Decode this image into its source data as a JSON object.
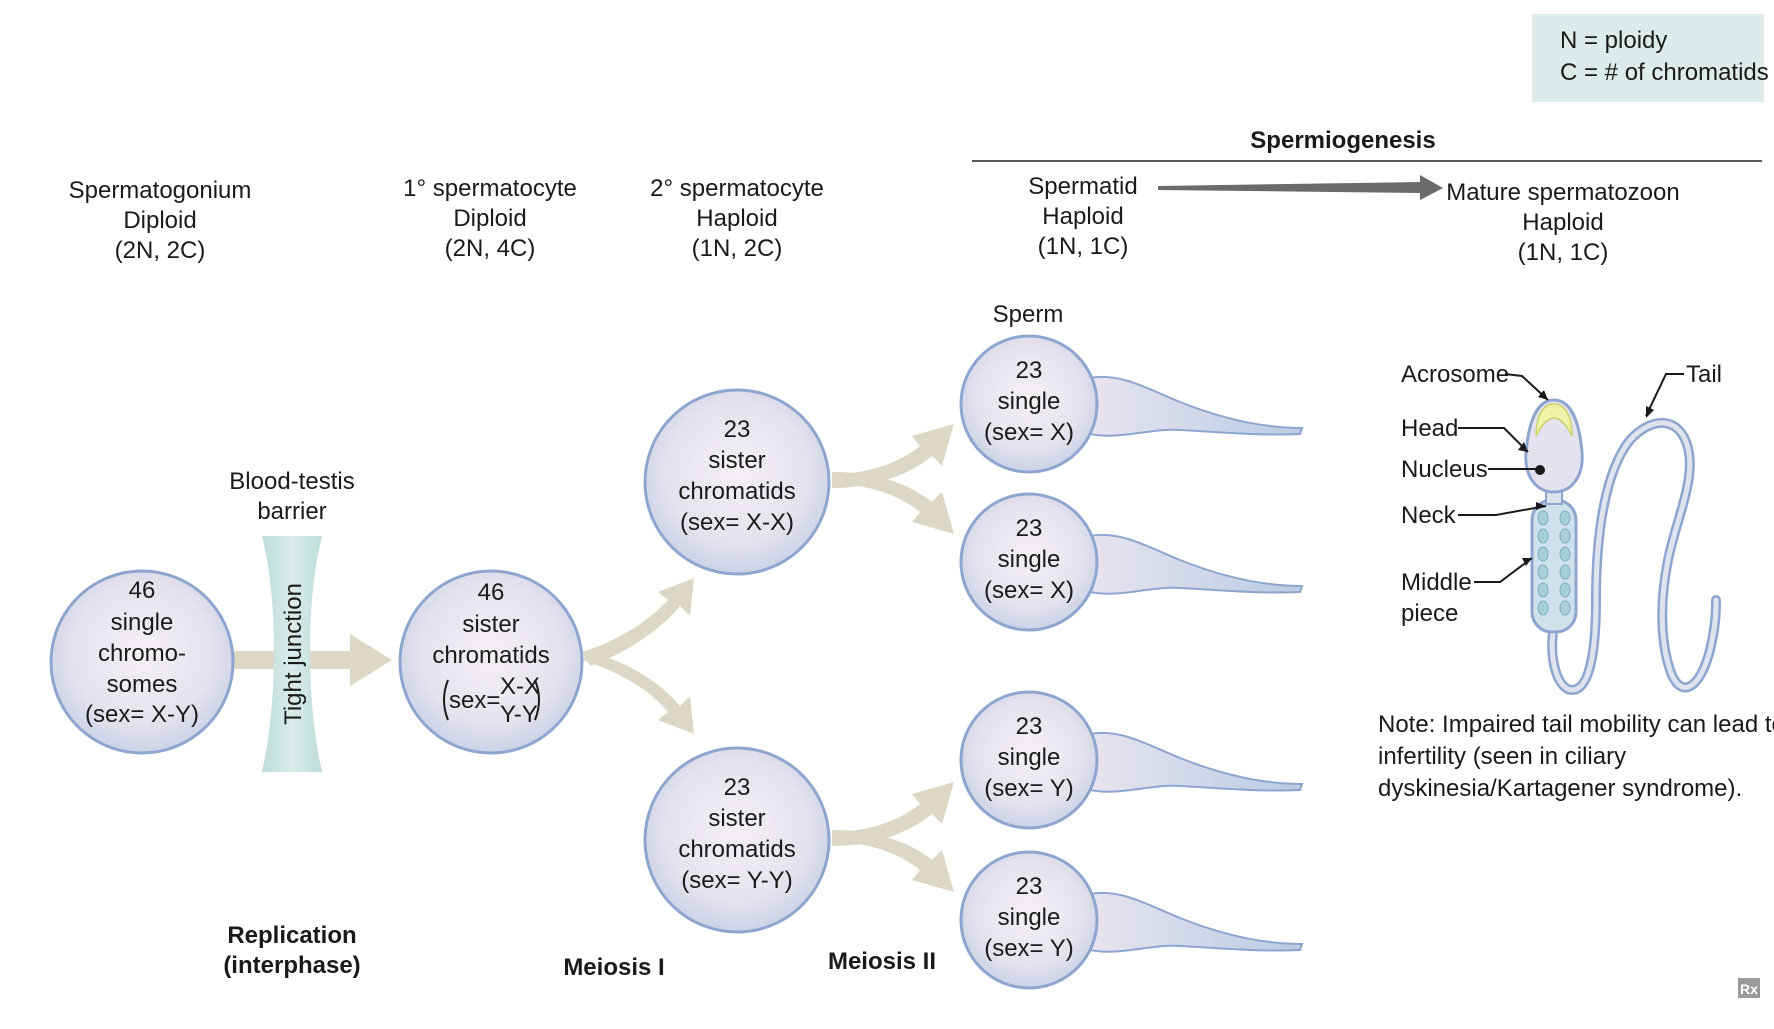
{
  "legend": {
    "line1": "N = ploidy",
    "line2": "C = # of chromatids"
  },
  "spermiogenesis": "Spermiogenesis",
  "stages": {
    "spermatogonium": {
      "name": "Spermatogonium",
      "ploidy": "Diploid",
      "nc": "(2N, 2C)"
    },
    "primary": {
      "name": "1° spermatocyte",
      "ploidy": "Diploid",
      "nc": "(2N, 4C)"
    },
    "secondary": {
      "name": "2° spermatocyte",
      "ploidy": "Haploid",
      "nc": "(1N, 2C)"
    },
    "spermatid": {
      "name": "Spermatid",
      "ploidy": "Haploid",
      "nc": "(1N, 1C)"
    },
    "mature": {
      "name": "Mature spermatozoon",
      "ploidy": "Haploid",
      "nc": "(1N, 1C)"
    }
  },
  "sperm_label": "Sperm",
  "barrier": {
    "line1": "Blood-testis",
    "line2": "barrier",
    "junction": "Tight junction"
  },
  "cells": {
    "spermatogonium": [
      "46",
      "single",
      "chromo-",
      "somes",
      "(sex= X-Y)"
    ],
    "primary": [
      "46",
      "sister",
      "chromatids"
    ],
    "primary_sex": {
      "prefix": "sex=",
      "a": "X-X",
      "b": "Y-Y"
    },
    "secondary_top": [
      "23",
      "sister",
      "chromatids",
      "(sex= X-X)"
    ],
    "secondary_bottom": [
      "23",
      "sister",
      "chromatids",
      "(sex= Y-Y)"
    ],
    "sperm": [
      [
        "23",
        "single",
        "(sex= X)"
      ],
      [
        "23",
        "single",
        "(sex= X)"
      ],
      [
        "23",
        "single",
        "(sex= Y)"
      ],
      [
        "23",
        "single",
        "(sex= Y)"
      ]
    ]
  },
  "phases": {
    "replication_1": "Replication",
    "replication_2": "(interphase)",
    "meiosis1": "Meiosis I",
    "meiosis2": "Meiosis II"
  },
  "anatomy": {
    "acrosome": "Acrosome",
    "head": "Head",
    "nucleus": "Nucleus",
    "neck": "Neck",
    "middle1": "Middle",
    "middle2": "piece",
    "tail": "Tail"
  },
  "note": {
    "line1": "Note: Impaired tail mobility can lead to",
    "line2": "infertility (seen in ciliary",
    "line3": "dyskinesia/Kartagener syndrome)."
  },
  "logo": "Rx",
  "colors": {
    "cell_fill_center": "#f3eef4",
    "cell_fill_edge": "#cdd2e6",
    "cell_stroke": "#8ea6cf",
    "arrow": "#ddd7c6",
    "junction": "#c9e3e0",
    "legend_bg": "#dcecea",
    "big_arrow": "#6b6b6b"
  }
}
